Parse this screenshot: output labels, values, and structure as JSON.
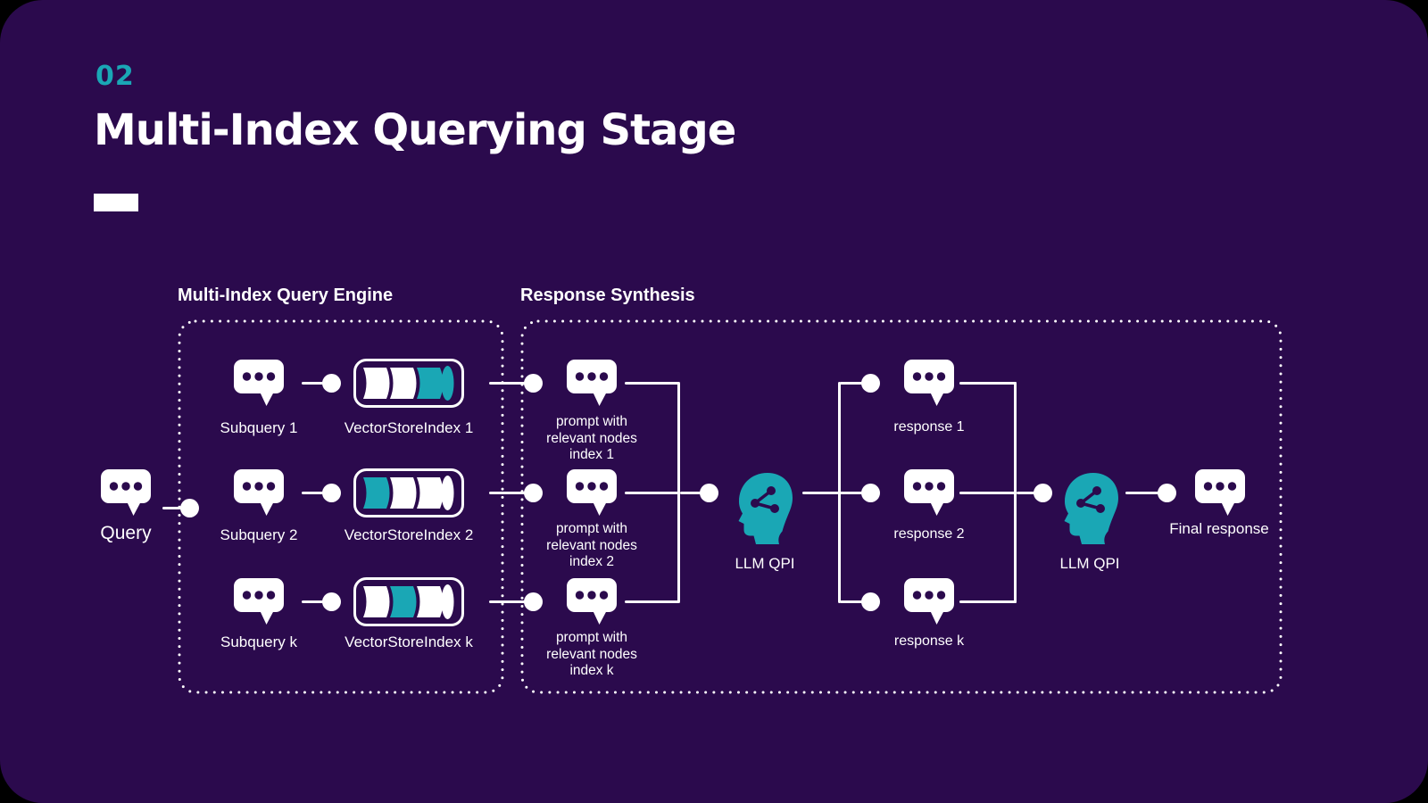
{
  "slide": {
    "number": "02",
    "title": "Multi-Index Querying Stage"
  },
  "colors": {
    "outer_background": "#000000",
    "background": "#2b0a4d",
    "accent_teal": "#1aa7b5",
    "white": "#ffffff"
  },
  "engine": {
    "title": "Multi-Index Query Engine"
  },
  "synthesis": {
    "title": "Response Synthesis"
  },
  "query": {
    "label": "Query"
  },
  "subqueries": [
    {
      "label": "Subquery 1"
    },
    {
      "label": "Subquery 2"
    },
    {
      "label": "Subquery k"
    }
  ],
  "vector_indexes": [
    {
      "label": "VectorStoreIndex 1",
      "segments": [
        "white",
        "white",
        "teal"
      ],
      "cap": "teal"
    },
    {
      "label": "VectorStoreIndex 2",
      "segments": [
        "teal",
        "white",
        "white"
      ],
      "cap": "white"
    },
    {
      "label": "VectorStoreIndex k",
      "segments": [
        "white",
        "teal",
        "white"
      ],
      "cap": "white"
    }
  ],
  "prompts": [
    {
      "lines": [
        "prompt with",
        "relevant nodes",
        "index 1"
      ]
    },
    {
      "lines": [
        "prompt with",
        "relevant nodes",
        "index 2"
      ]
    },
    {
      "lines": [
        "prompt with",
        "relevant nodes",
        "index k"
      ]
    }
  ],
  "llm_engine_1": {
    "label": "LLM QPI"
  },
  "llm_engine_2": {
    "label": "LLM QPI"
  },
  "responses": [
    {
      "label": "response 1"
    },
    {
      "label": "response 2"
    },
    {
      "label": "response k"
    }
  ],
  "final_response": {
    "label": "Final response"
  }
}
